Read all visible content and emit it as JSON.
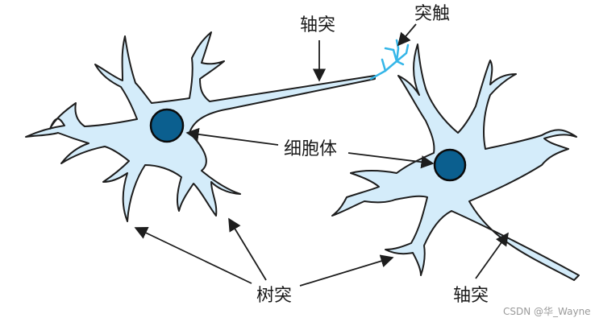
{
  "labels": {
    "axon_left": "轴突",
    "synapse": "突触",
    "cell_body": "细胞体",
    "dendrite": "树突",
    "axon_right": "轴突"
  },
  "watermark": "CSDN @华_Wayne",
  "colors": {
    "cytoplasm": "#d4ecfa",
    "nucleus": "#0b5f8f",
    "outline": "#1d1d1d",
    "synapse_terminal": "#35b6e8"
  }
}
